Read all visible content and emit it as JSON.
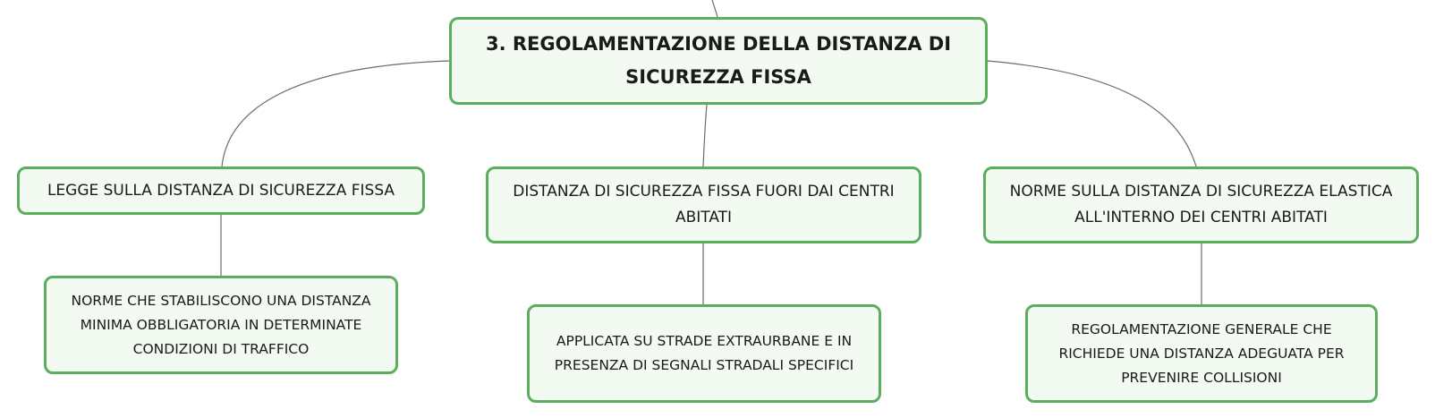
{
  "mindmap": {
    "root": {
      "label": "3. REGOLAMENTAZIONE DELLA DISTANZA DI SICUREZZA FISSA"
    },
    "branches": [
      {
        "label": "LEGGE SULLA DISTANZA DI SICUREZZA FISSA",
        "child": "NORME CHE STABILISCONO UNA DISTANZA MINIMA OBBLIGATORIA IN DETERMINATE CONDIZIONI DI TRAFFICO"
      },
      {
        "label": "DISTANZA DI SICUREZZA FISSA FUORI DAI CENTRI ABITATI",
        "child": "APPLICATA SU STRADE EXTRAURBANE E IN PRESENZA DI SEGNALI STRADALI SPECIFICI"
      },
      {
        "label": "NORME SULLA DISTANZA DI SICUREZZA ELASTICA ALL'INTERNO DEI CENTRI ABITATI",
        "child": "REGOLAMENTAZIONE GENERALE CHE RICHIEDE UNA DISTANZA ADEGUATA PER PREVENIRE COLLISIONI"
      }
    ],
    "colors": {
      "node_border": "#5aae5e",
      "node_fill": "#f2faf2",
      "connector": "#6b6b6b",
      "text": "#1a1a1a"
    }
  }
}
